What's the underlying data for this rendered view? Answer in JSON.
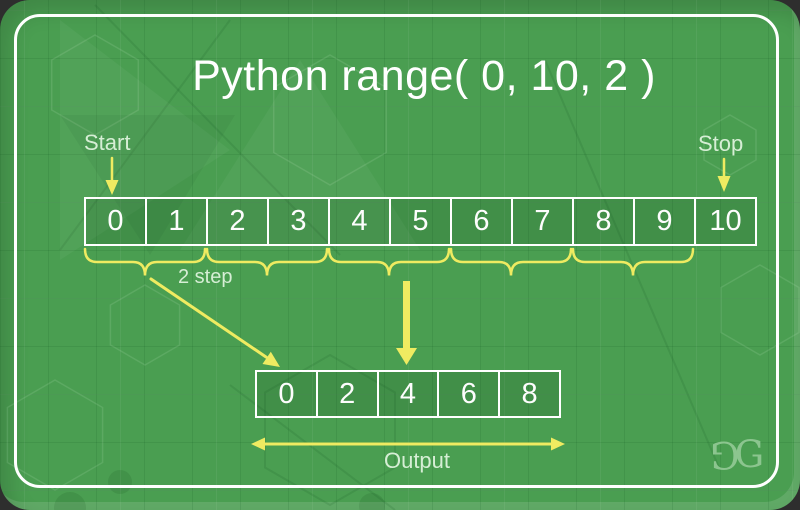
{
  "title": "Python range( 0, 10, 2 )",
  "annotations": {
    "start": "Start",
    "stop": "Stop",
    "step": "2 step",
    "output": "Output"
  },
  "sequence_row": {
    "cells": [
      "0",
      "1",
      "2",
      "3",
      "4",
      "5",
      "6",
      "7",
      "8",
      "9",
      "10"
    ]
  },
  "output_row": {
    "cells": [
      "0",
      "2",
      "4",
      "6",
      "8"
    ]
  },
  "logo": {
    "left_glyph": "G",
    "right_glyph": "G"
  },
  "colors": {
    "background_green": "#4A9E51",
    "frame_white": "#FFFFFF",
    "arrow_yellow": "#EFEB61",
    "label_mint": "#D6EED5",
    "cell_text": "#FDFDFD",
    "logo_green": "#8CC58F",
    "outside_corner": "#2E2E2E"
  }
}
